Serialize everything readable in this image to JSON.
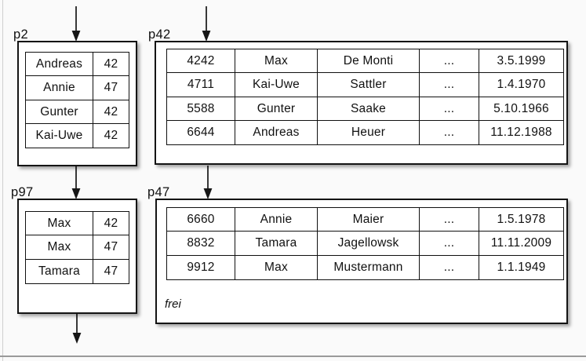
{
  "colors": {
    "background": "#fafafa",
    "box_background": "#ffffff",
    "border": "#141414",
    "text": "#111111",
    "left_edge_line": "#cfcfcf",
    "bottom_edge_line": "#9a9a9a"
  },
  "pages": {
    "p2": {
      "label": "p2",
      "col_widths": "85,46",
      "rows": [
        [
          "Andreas",
          "42"
        ],
        [
          "Annie",
          "47"
        ],
        [
          "Gunter",
          "42"
        ],
        [
          "Kai-Uwe",
          "42"
        ]
      ]
    },
    "p42": {
      "label": "p42",
      "col_widths": "86,105,130,76,108",
      "rows": [
        [
          "4242",
          "Max",
          "De Monti",
          "...",
          "3.5.1999"
        ],
        [
          "4711",
          "Kai-Uwe",
          "Sattler",
          "...",
          "1.4.1970"
        ],
        [
          "5588",
          "Gunter",
          "Saake",
          "...",
          "5.10.1966"
        ],
        [
          "6644",
          "Andreas",
          "Heuer",
          "...",
          "11.12.1988"
        ]
      ]
    },
    "p97": {
      "label": "p97",
      "col_widths": "85,46",
      "rows": [
        [
          "Max",
          "42"
        ],
        [
          "Max",
          "47"
        ],
        [
          "Tamara",
          "47"
        ]
      ]
    },
    "p47": {
      "label": "p47",
      "col_widths": "86,105,130,76,108",
      "free_label": "frei",
      "rows": [
        [
          "6660",
          "Annie",
          "Maier",
          "...",
          "1.5.1978"
        ],
        [
          "8832",
          "Tamara",
          "Jagellowsk",
          "...",
          "11.11.2009"
        ],
        [
          "9912",
          "Max",
          "Mustermann",
          "...",
          "1.1.1949"
        ]
      ]
    }
  }
}
